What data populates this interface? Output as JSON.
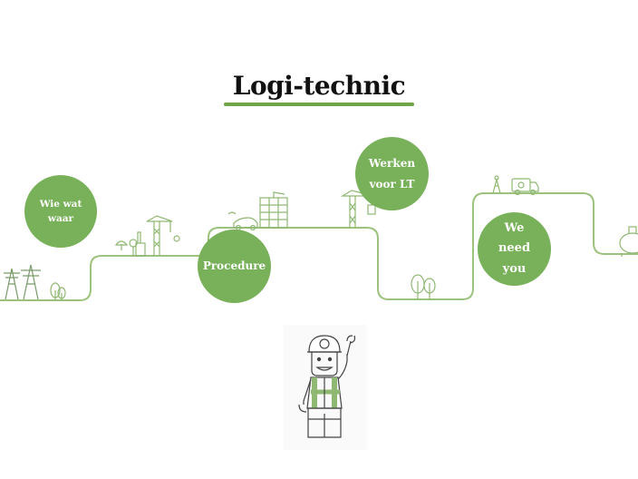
{
  "title": "Logi-technic",
  "nodes": [
    {
      "label": "Wie wat waar"
    },
    {
      "label": "Procedure"
    },
    {
      "label": "Werken voor LT"
    },
    {
      "label": "We need you"
    }
  ],
  "colors": {
    "accent": "#78b159",
    "underline": "#6fa447",
    "path_line": "#9cc27e",
    "icon_stroke": "#8fb873"
  },
  "icons": [
    "power-pylon-icon",
    "tree-icon",
    "satellite-dish-icon",
    "factory-icon",
    "crane-icon",
    "car-icon",
    "office-building-icon",
    "radio-tower-icon",
    "truck-icon",
    "storage-tank-icon",
    "worker-illustration"
  ]
}
